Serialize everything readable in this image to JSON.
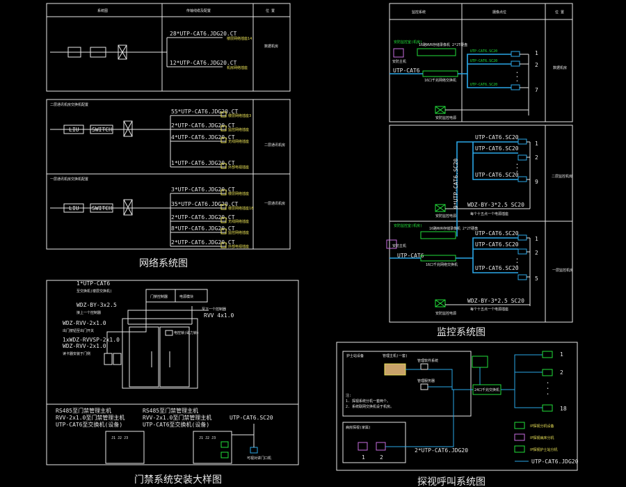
{
  "network": {
    "title": "网络系统图",
    "col_headers": [
      "系统图",
      "传输线缆及配置",
      "位 置"
    ],
    "section1": {
      "cables": [
        "28*UTP-CAT6.JDG20.CT",
        "12*UTP-CAT6.JDG20.CT"
      ],
      "location": "数据机房"
    },
    "section2": {
      "liu": "LIU",
      "switch": "SWITCH",
      "cables": [
        "55*UTP-CAT6.JDG20.CT",
        "2*UTP-CAT6.JDG20.CT",
        "4*UTP-CAT6.JDG20.CT",
        "1*UTP-CAT6.JDG20.CT"
      ],
      "location": "二层通讯机房"
    },
    "section3": {
      "liu": "LIU",
      "switch": "SWITCH",
      "cables": [
        "3*UTP-CAT6.JDG20.CT",
        "35*UTP-CAT6.JDG20.CT",
        "2*UTP-CAT6.JDG20.CT",
        "8*UTP-CAT6.JDG20.CT",
        "2*UTP-CAT6.JDG20.CT"
      ],
      "location": "一层通讯机房"
    }
  },
  "cctv": {
    "title": "监控系统图",
    "col_headers": [
      "监控系统",
      "摄像点位",
      "位 置"
    ],
    "panel1": {
      "cables": [
        "UTP-CAT6.SC20",
        "UTP-CAT6.SC20",
        "UTP-CAT6.SC20"
      ],
      "utp": "UTP-CAT6",
      "switch_label": "16口千兆网络交换机",
      "nvr_label": "16路NVR存储录像机 2*2T硬盘",
      "numbers": [
        "1",
        "2",
        "7"
      ],
      "location": "数据机房"
    },
    "panel2": {
      "cables": [
        "UTP-CAT6.SC20",
        "UTP-CAT6.SC20",
        "UTP-CAT6.SC20"
      ],
      "vertical": "9*UTP-CAT6.SC20",
      "power": "WDZ-BY-3*2.5 SC20",
      "numbers": [
        "1",
        "2",
        "9"
      ],
      "location": "二层监控机房"
    },
    "panel3": {
      "cables": [
        "UTP-CAT6.SC20",
        "UTP-CAT6.SC20",
        "UTP-CAT6.SC20"
      ],
      "utp": "UTP-CAT6",
      "switch_label": "16口千兆网络交换机",
      "nvr_label": "16路NVR存储录像机 2*2T硬盘",
      "power": "WDZ-BY-3*2.5 SC20",
      "numbers": [
        "1",
        "2",
        "5"
      ],
      "location": "一层监控机房"
    }
  },
  "access": {
    "title": "门禁系统安装大样图",
    "labels": [
      "1*UTP-CAT6",
      "WDZ-BY-3x2.5",
      "WDZ-RVV-2x1.0",
      "1xWDZ-RVVSP-2x1.0",
      "WDZ-RVV-2x1.0",
      "RVV 4x1.0",
      "门禁控制器",
      "电源模块"
    ],
    "bottom": [
      "RS485至门禁管理主机",
      "RVV-2x1.0至门禁管理主机",
      "UTP-CAT6至交换机(设备)",
      "RS485至门禁管理主机",
      "RVV-2x1.0至门禁管理主机",
      "UTP-CAT6至交换机(设备)",
      "UTP-CAT6.SC20"
    ]
  },
  "intercom": {
    "title": "探视呼叫系统图",
    "numbers": [
      "1",
      "2",
      "18"
    ],
    "cable_main": "2*UTP-CAT6.JDG20",
    "switch_label": "24口千兆交换机",
    "legend": [
      "IP探视分机设备",
      "IP探视病床分机",
      "IP探视护士站分机",
      "UTP-CAT6.JDG20"
    ],
    "bottom_numbers": [
      "1",
      "2"
    ]
  }
}
